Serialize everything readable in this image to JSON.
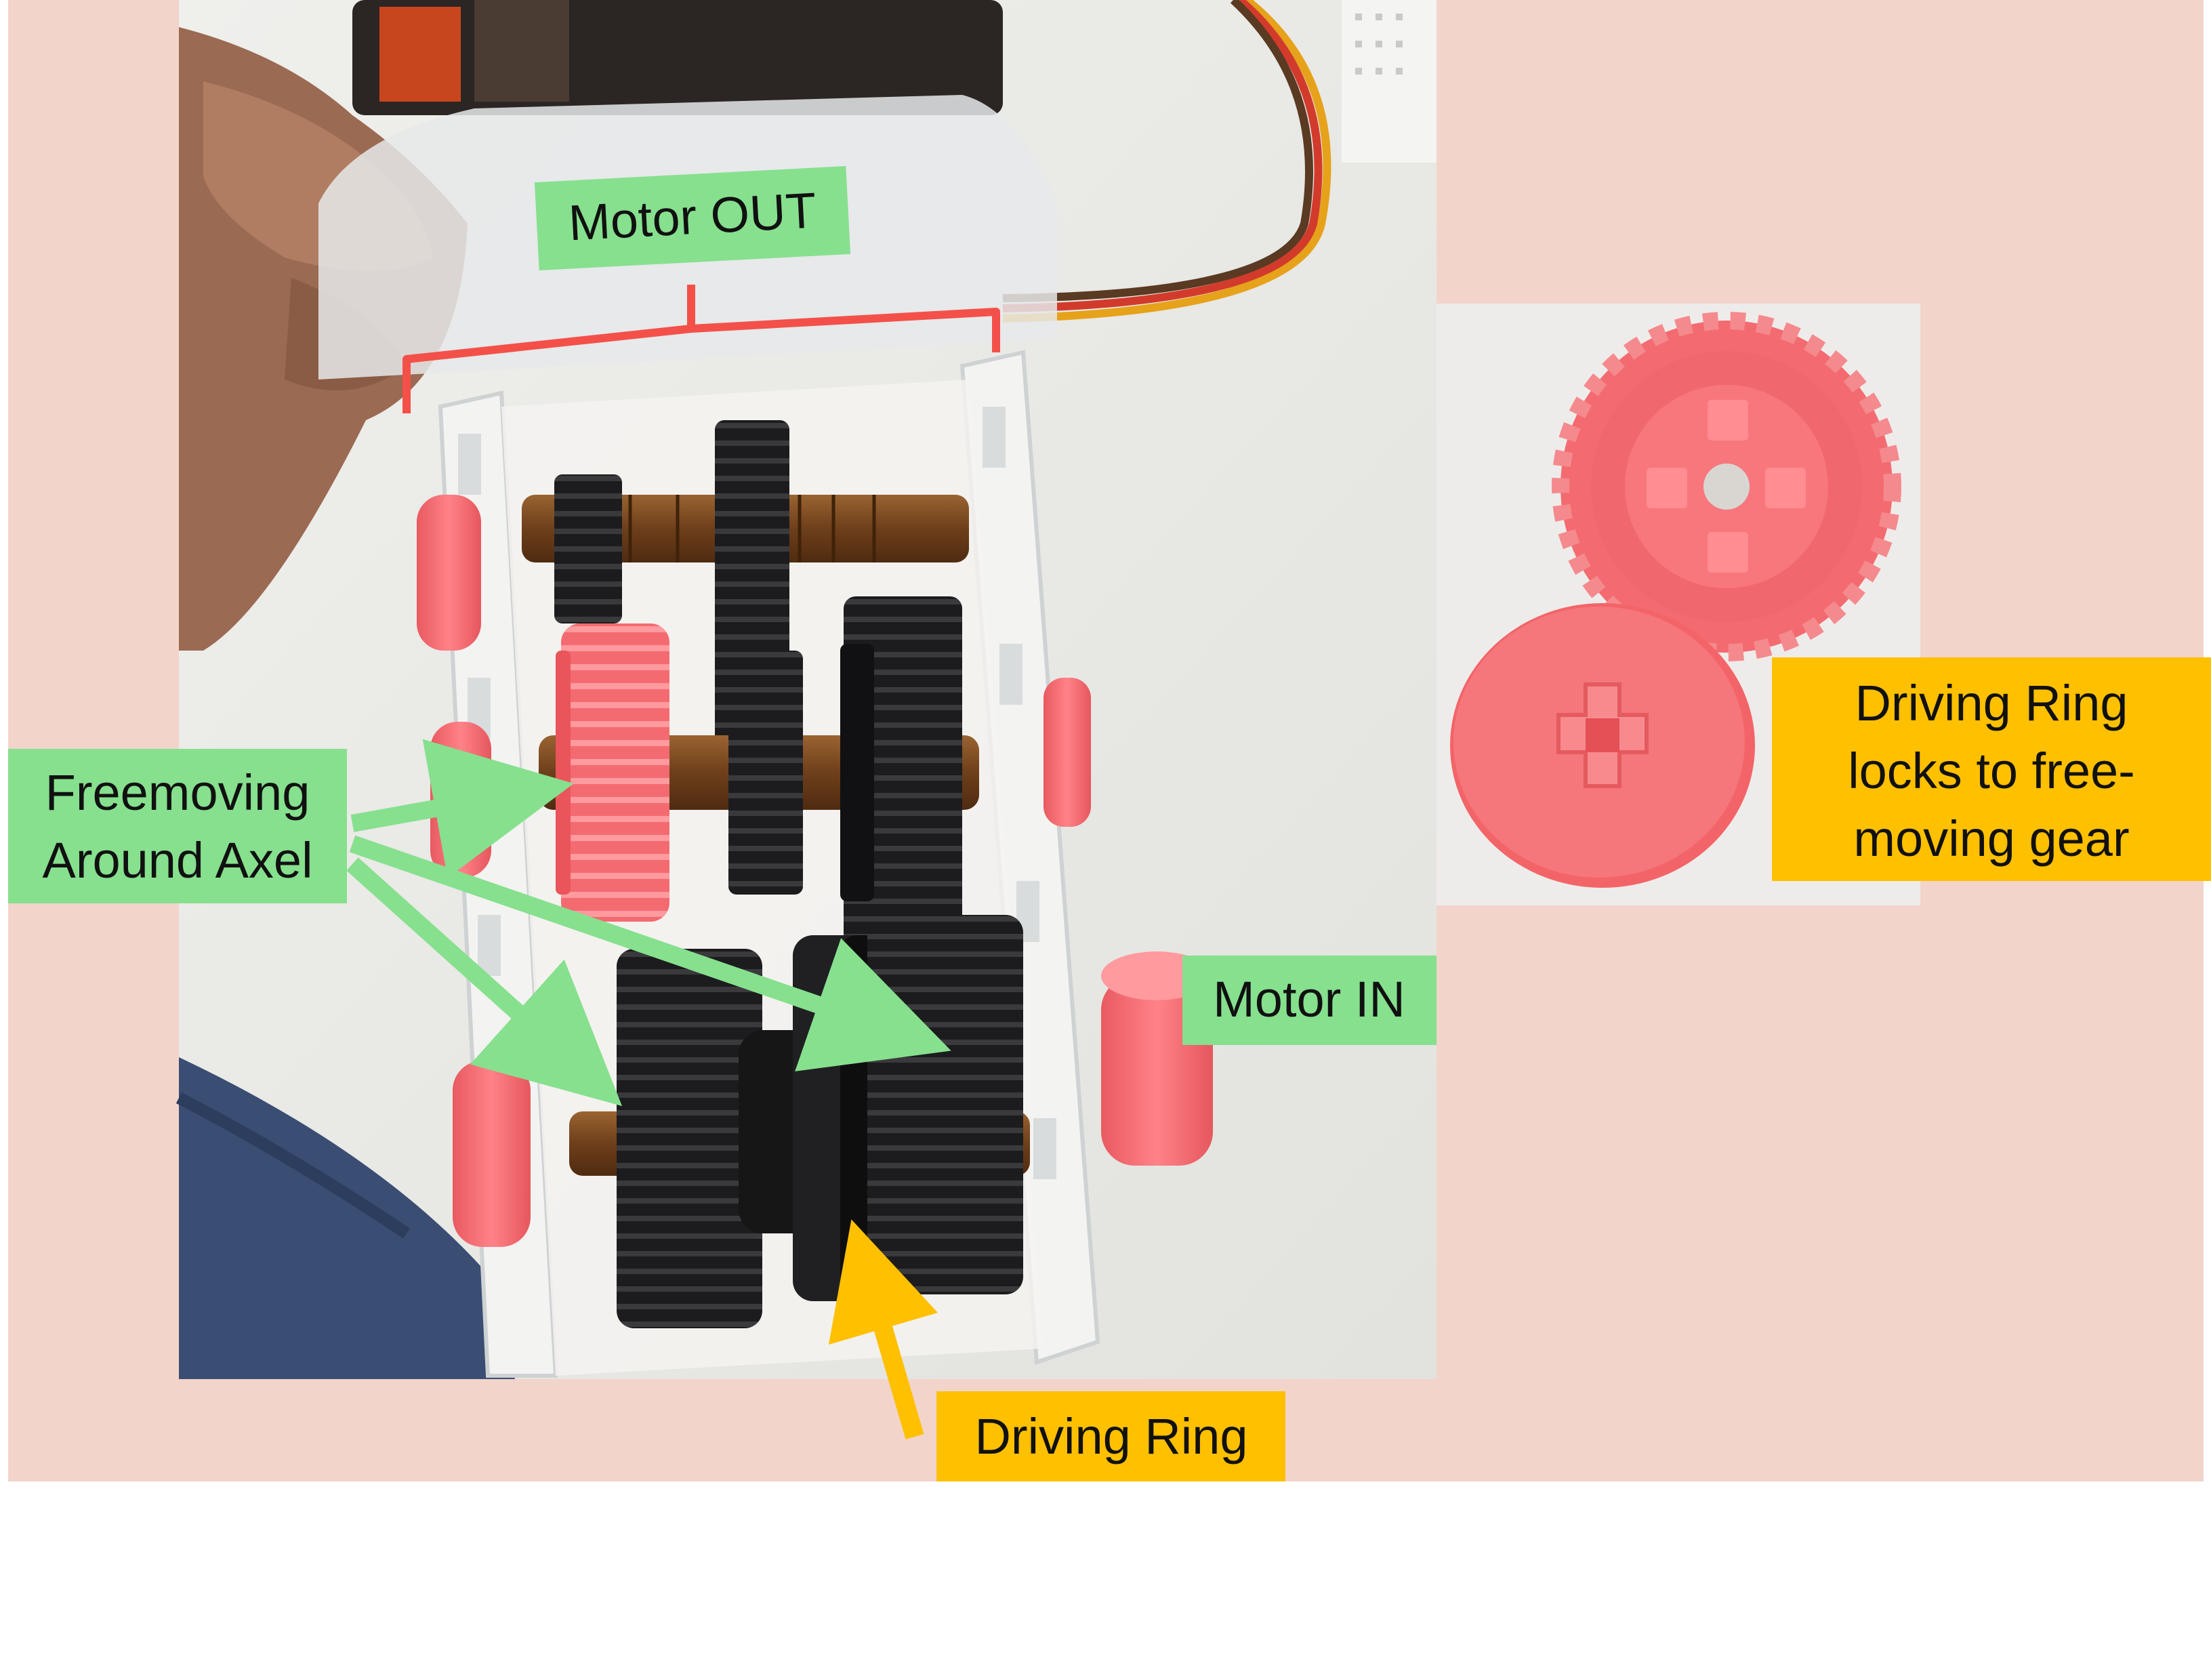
{
  "labels": {
    "motor_out": "Motor OUT",
    "freemoving": [
      "Freemoving",
      "Around Axel"
    ],
    "motor_in": "Motor IN",
    "driving_ring": "Driving Ring",
    "driving_ring_locks": [
      "Driving Ring",
      "locks to free-",
      "moving gear"
    ]
  },
  "colors": {
    "background": "#f2d4cb",
    "green_label": "#86e08e",
    "yellow_label": "#ffc000",
    "bracket_red": "#f4504a",
    "pink_gear": "#f26a6f",
    "black_gear": "#1c1c1e",
    "wood_axle": "#7a4a22"
  }
}
